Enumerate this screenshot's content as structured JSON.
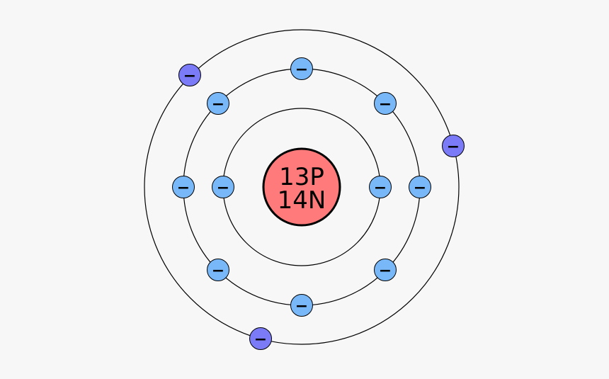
{
  "nucleus": {
    "protons_label": "13P",
    "neutrons_label": "14N"
  },
  "electron_symbol": "−",
  "shells": [
    {
      "name": "shell-1",
      "electrons": 2
    },
    {
      "name": "shell-2",
      "electrons": 8
    },
    {
      "name": "shell-3",
      "electrons": 3
    }
  ],
  "colors": {
    "background": "#f7f7f7",
    "nucleus_fill": "#ff7b7b",
    "inner_electron_fill": "#78b8f8",
    "valence_electron_fill": "#7b7bf8",
    "stroke": "#000000"
  }
}
